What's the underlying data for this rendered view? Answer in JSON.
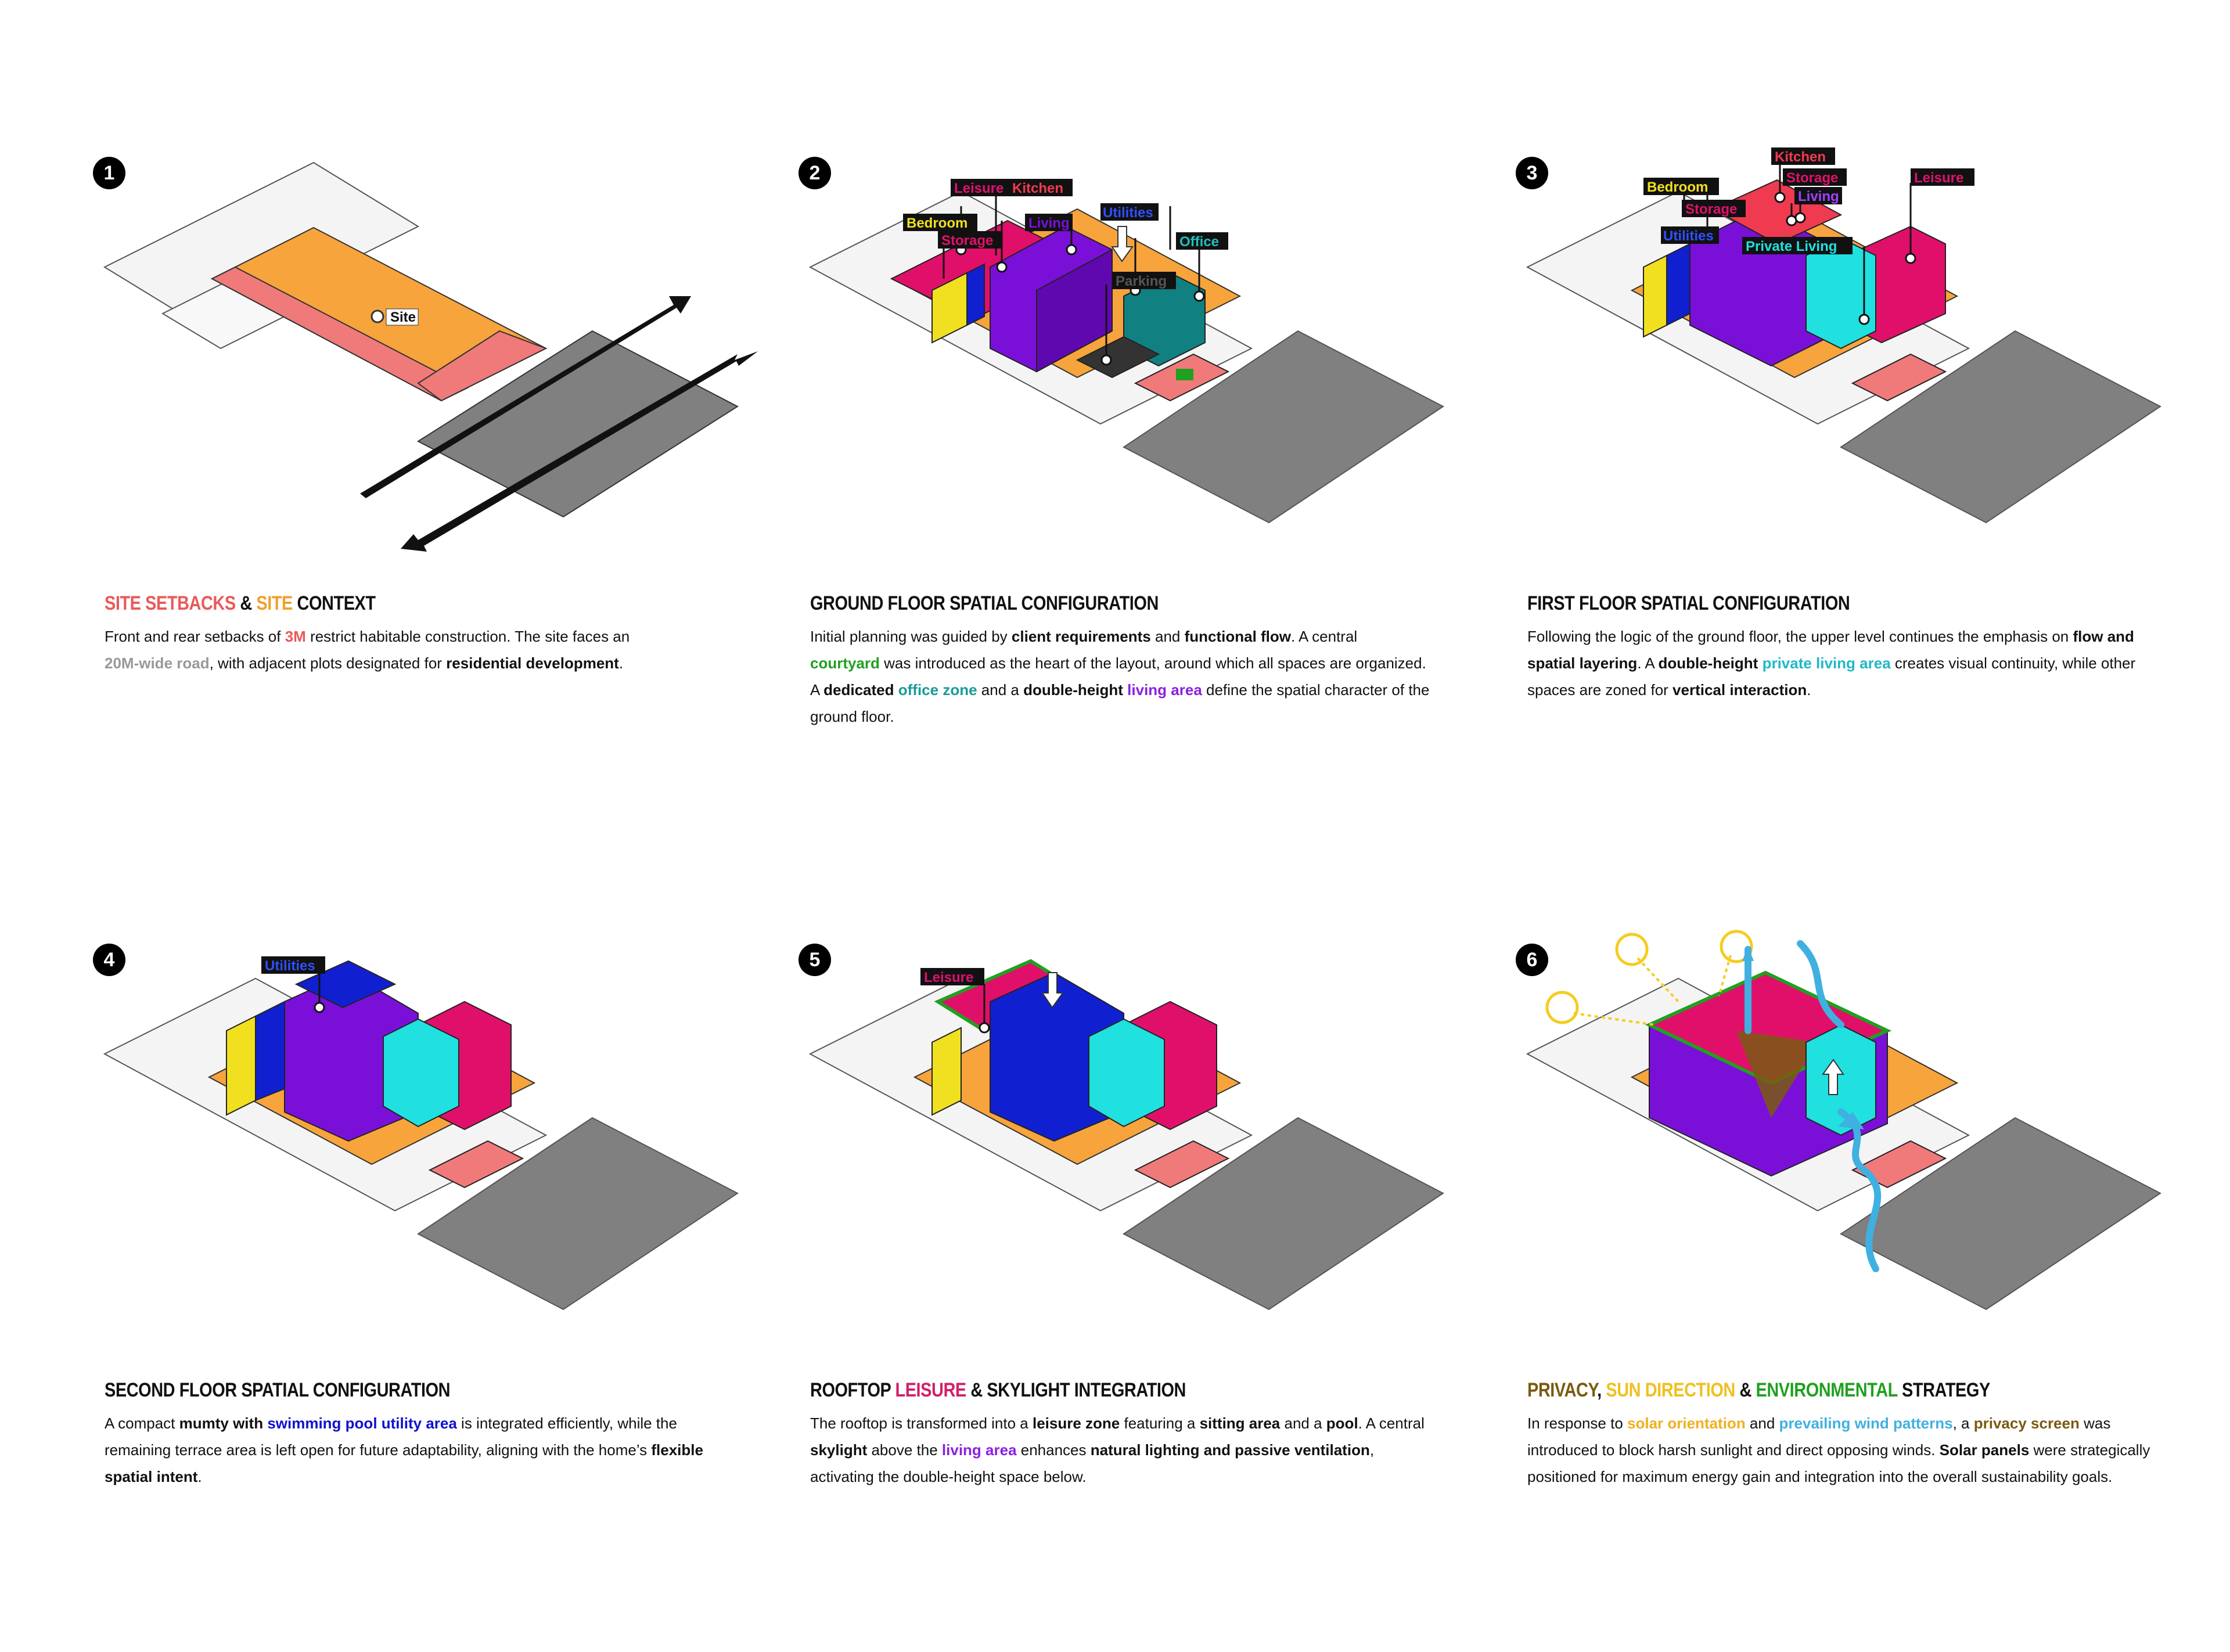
{
  "panels": [
    {
      "number": "1",
      "title_parts": [
        "SITE SETBACKS",
        " & ",
        "SITE",
        " CONTEXT"
      ],
      "body_parts": [
        "Front and rear setbacks of ",
        "3M",
        " restrict habitable construction. The site faces an ",
        "20M-wide road",
        ", with adjacent plots designated for ",
        "residential development",
        "."
      ],
      "labels": {
        "site": "Site"
      }
    },
    {
      "number": "2",
      "title": "GROUND FLOOR SPATIAL CONFIGURATION",
      "body_parts": [
        "Initial planning was guided by ",
        "client requirements",
        " and ",
        "functional flow",
        ". A central ",
        "courtyard",
        " was introduced as the heart of the layout, around which all spaces are organized. A ",
        "dedicated",
        " ",
        "office zone",
        " and a ",
        "double-height",
        " ",
        "living area",
        " define the spatial character of the ground floor."
      ],
      "labels": {
        "leisure": "Leisure",
        "kitchen": "Kitchen",
        "bedroom": "Bedroom",
        "storage": "Storage",
        "living": "Living",
        "utilities": "Utilities",
        "office": "Office",
        "parking": "Parking"
      }
    },
    {
      "number": "3",
      "title": "FIRST FLOOR SPATIAL CONFIGURATION",
      "body_parts": [
        "Following the logic of the ground floor, the upper level continues the emphasis on ",
        "flow and spatial layering",
        ". A ",
        "double-height",
        " ",
        "private living area",
        " creates visual continuity, while other spaces are zoned for ",
        "vertical interaction",
        "."
      ],
      "labels": {
        "kitchen": "Kitchen",
        "bedroom": "Bedroom",
        "storage1": "Storage",
        "storage2": "Storage",
        "living": "Living",
        "utilities": "Utilities",
        "leisure": "Leisure",
        "private_living": "Private Living"
      }
    },
    {
      "number": "4",
      "title": "SECOND FLOOR SPATIAL CONFIGURATION",
      "body_parts": [
        "A compact ",
        "mumty with",
        " ",
        "swimming pool utility area",
        " is integrated efficiently, while the remaining terrace area is left open for future adaptability, aligning with the home’s ",
        "flexible spatial intent",
        "."
      ],
      "labels": {
        "utilities": "Utilities"
      }
    },
    {
      "number": "5",
      "title_parts": [
        "ROOFTOP ",
        "LEISURE",
        " & SKYLIGHT INTEGRATION"
      ],
      "body_parts": [
        "The rooftop is transformed into a ",
        "leisure zone",
        " featuring a ",
        "sitting area",
        " and a ",
        "pool",
        ". A central ",
        "skylight",
        " above the ",
        "living area",
        " enhances ",
        "natural lighting and passive ventilation",
        ", activating the double-height space below."
      ],
      "labels": {
        "leisure": "Leisure"
      }
    },
    {
      "number": "6",
      "title_parts": [
        "PRIVACY",
        ", ",
        "SUN DIRECTION",
        " & ",
        "ENVIRONMENTAL",
        " STRATEGY"
      ],
      "body_parts": [
        "In response to ",
        "solar orientation",
        " and ",
        "prevailing wind patterns",
        ", a ",
        "privacy screen",
        " was introduced to block harsh sunlight and direct opposing winds. ",
        "Solar panels",
        " were strategically positioned for maximum energy gain and integration into the overall sustainability goals."
      ]
    }
  ],
  "colors": {
    "site": "#f7a43c",
    "setback": "#f07a7a",
    "road": "#808080",
    "plot": "#f2f2f2",
    "bedroom": "#f0e020",
    "storage": "#e0106a",
    "living": "#7a10d8",
    "utilities": "#1020d0",
    "office": "#108080",
    "kitchen": "#f03a50",
    "leisure": "#e01070",
    "private_living": "#20e0e0",
    "green": "#20a020",
    "sun": "#f5cc20",
    "wind": "#40b0e0"
  }
}
